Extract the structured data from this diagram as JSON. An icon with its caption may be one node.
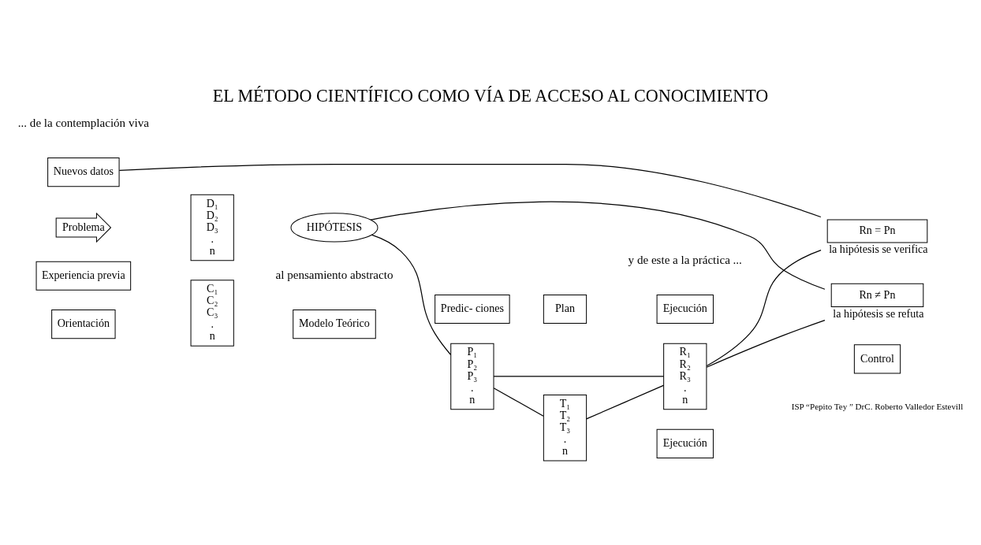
{
  "diagram": {
    "title": "EL MÉTODO CIENTÍFICO COMO VÍA DE ACCESO AL CONOCIMIENTO",
    "nodes": [
      {
        "text": [
          "Nuevos datos"
        ]
      },
      {
        "text": [
          "D₁ D₂ D₃ . n"
        ]
      },
      {
        "text": [
          "Problema"
        ]
      },
      {
        "text": [
          "C₁ C₂ C₃ . n"
        ]
      },
      {
        "text": [
          "Experiencia previa"
        ]
      },
      {
        "text": [
          "Orientación"
        ]
      },
      {
        "text": [
          "Modelo Teórico"
        ]
      },
      {
        "text": [
          "Predic- ciones"
        ]
      },
      {
        "text": [
          "Plan"
        ]
      },
      {
        "text": [
          "HIPÓTESIS"
        ]
      },
      {
        "text": [
          "P₁ P₂ P₃ . n"
        ]
      },
      {
        "text": [
          "T₁ T₂ T₃ . n"
        ]
      },
      {
        "text": [
          "R₁ R₂ R₃ . n"
        ]
      },
      {
        "text": [
          "Ejecución"
        ]
      },
      {
        "text": [
          "Rn = Pn"
        ],
        "beside": [
          "la hipótesis se verifica"
        ]
      },
      {
        "text": [
          "Rn ≠ Pn"
        ],
        "beside": [
          "la hipótesis se refuta"
        ]
      },
      {
        "text": [
          "Ejecución"
        ]
      },
      {
        "text": [
          "Control"
        ]
      }
    ],
    "edges": [
      {
        "from": 9,
        "to": 10,
        "arrow": "none"
      },
      {
        "from": 10,
        "to": 11,
        "arrow": "none"
      },
      {
        "from": 11,
        "to": 12,
        "arrow": "none"
      },
      {
        "from": 12,
        "to": 14,
        "arrow": "none"
      },
      {
        "from": 12,
        "to": 15,
        "arrow": "none"
      },
      {
        "from": 10,
        "to": 12,
        "arrow": "none"
      },
      {
        "from": 9,
        "to": 15,
        "arrow": "none"
      },
      {
        "from": 0,
        "to": 14,
        "arrow": "none"
      }
    ],
    "labels": [
      "... de la contemplación viva",
      "al pensamiento abstracto",
      "y de este a la práctica ...",
      "ISP “Pepito Tey ” DrC. Roberto Valledor Estevill"
    ]
  }
}
